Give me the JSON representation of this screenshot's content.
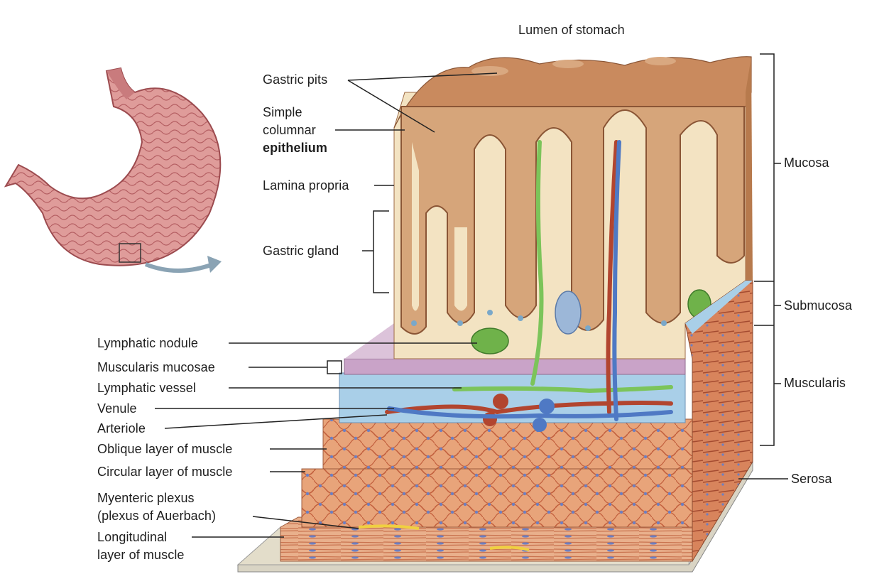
{
  "labels": {
    "lumen": "Lumen of stomach",
    "gastric_pits": "Gastric pits",
    "simple_columnar_1": "Simple",
    "simple_columnar_2": "columnar",
    "simple_columnar_3": "epithelium",
    "lamina_propria": "Lamina propria",
    "gastric_gland": "Gastric gland",
    "lymphatic_nodule": "Lymphatic nodule",
    "muscularis_mucosae": "Muscularis mucosae",
    "lymphatic_vessel": "Lymphatic vessel",
    "venule": "Venule",
    "arteriole": "Arteriole",
    "oblique_layer": "Oblique layer of muscle",
    "circular_layer": "Circular layer of muscle",
    "myenteric_1": "Myenteric plexus",
    "myenteric_2": "(plexus of Auerbach)",
    "longitudinal_1": "Longitudinal",
    "longitudinal_2": "layer of muscle",
    "mucosa": "Mucosa",
    "submucosa": "Submucosa",
    "muscularis": "Muscularis",
    "serosa": "Serosa"
  },
  "colors": {
    "mucosa_tissue": "#c98a5e",
    "lamina_propria": "#f3e3c2",
    "submucosa": "#a9cfe8",
    "muscle": "#e39a6e",
    "muscularis_mucosae": "#c9a3c8",
    "lymphatic": "#7cc45a",
    "venule": "#4f79c4",
    "arteriole": "#b2452f",
    "stomach": "#d98a8a"
  }
}
